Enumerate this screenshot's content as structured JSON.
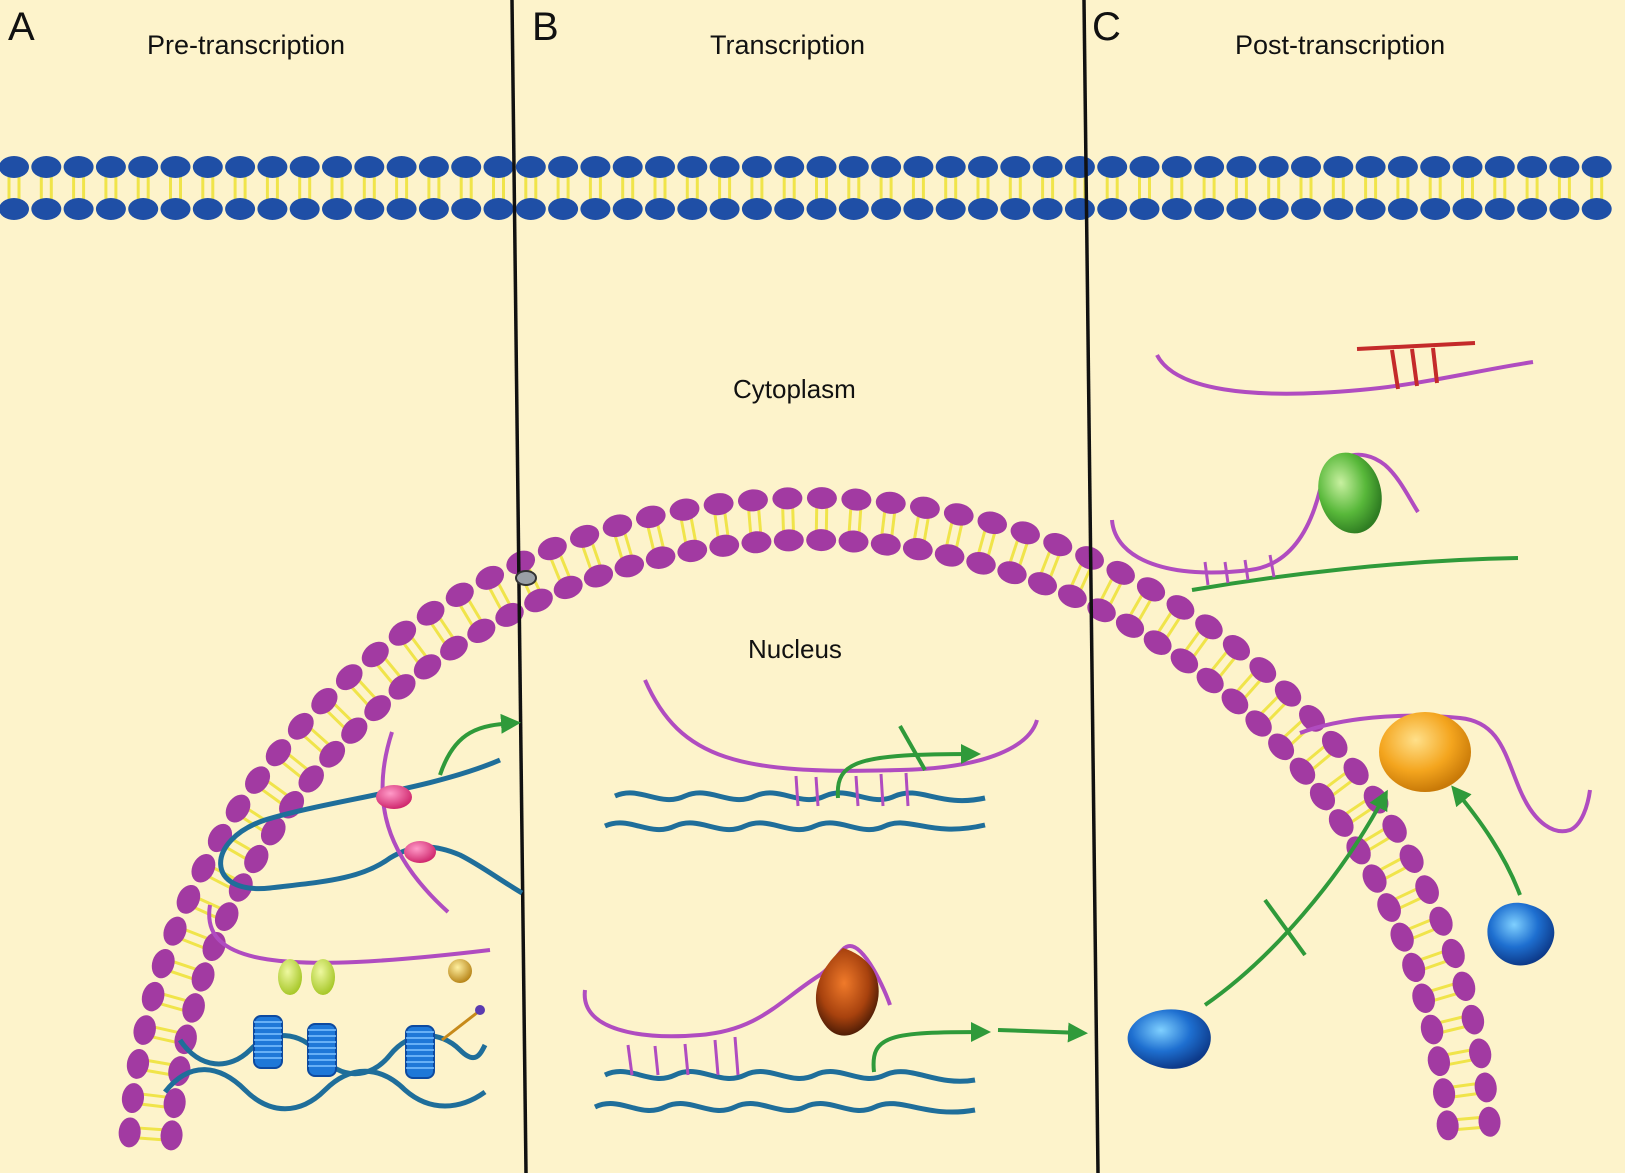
{
  "panels": [
    {
      "letter": "A",
      "title": "Pre-transcription"
    },
    {
      "letter": "B",
      "title": "Transcription"
    },
    {
      "letter": "C",
      "title": "Post-transcription"
    }
  ],
  "regions": {
    "cytoplasm": "Cytoplasm",
    "nucleus": "Nucleus"
  },
  "colors": {
    "background": "#fdf3cb",
    "cell_membrane_head": "#1f4fa6",
    "nuclear_membrane_head": "#a23aa2",
    "lipid_tail": "#f0e44a",
    "rna": "#b04cc0",
    "dna": "#1f6e9a",
    "arrow": "#2f9a3a",
    "inhibitor_rna": "#c42a2a"
  }
}
